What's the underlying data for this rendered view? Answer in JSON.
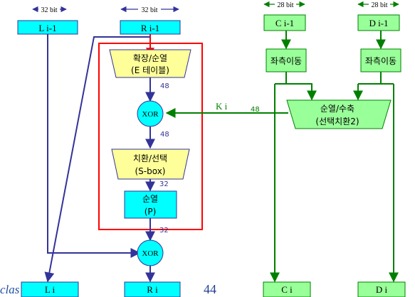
{
  "widths": {
    "left_l": "32 bit",
    "left_r": "32 bit",
    "right_c": "28 bit",
    "right_d": "28 bit"
  },
  "boxes": {
    "l_in": "L i-1",
    "r_in": "R i-1",
    "c_in": "C i-1",
    "d_in": "D i-1",
    "expand_l1": "확장/순열",
    "expand_l2": "(E 테이블)",
    "xor1": "XOR",
    "sbox_l1": "치환/선택",
    "sbox_l2": "(S-box)",
    "perm_l1": "순열",
    "perm_l2": "(P)",
    "xor2": "XOR",
    "shift_c": "좌측이동",
    "shift_d": "좌측이동",
    "pc2_l1": "순열/수축",
    "pc2_l2": "(선택치환2)",
    "l_out": "L i",
    "r_out": "R i",
    "c_out": "C i",
    "d_out": "D i"
  },
  "labels": {
    "n48_a": "48",
    "n48_b": "48",
    "n48_k": "48",
    "n32_a": "32",
    "n32_b": "32",
    "k_label": "K i"
  },
  "footer": {
    "left_text": "clas",
    "page_number": "44"
  },
  "colors": {
    "cyan": "#00ffff",
    "yellow": "#ffff99",
    "green_box": "#99ff99",
    "navy": "#333399",
    "green_line": "#008000",
    "red": "#ff0000"
  }
}
